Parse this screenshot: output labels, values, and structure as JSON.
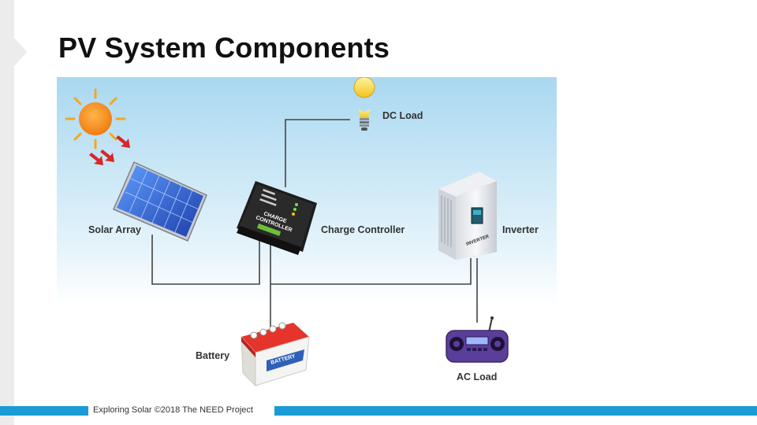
{
  "slide": {
    "title": "PV System Components",
    "footer": "Exploring Solar ©2018 The NEED Project"
  },
  "diagram": {
    "labels": {
      "dc_load": "DC Load",
      "solar_array": "Solar Array",
      "charge_controller": "Charge Controller",
      "inverter": "Inverter",
      "battery": "Battery",
      "ac_load": "AC Load"
    },
    "device_text": {
      "controller_line1": "CHARGE",
      "controller_line2": "CONTROLLER",
      "battery": "BATTERY",
      "inverter": "INVERTER"
    },
    "colors": {
      "sky_top": "#a9d8f0",
      "sky_bottom": "#ffffff",
      "sun": "#f28a1a",
      "panel": "#2a5fd6",
      "wire": "#444444",
      "battery_top": "#d9322a",
      "ac_load": "#5b3e9a",
      "accent": "#1a9bd7"
    }
  }
}
